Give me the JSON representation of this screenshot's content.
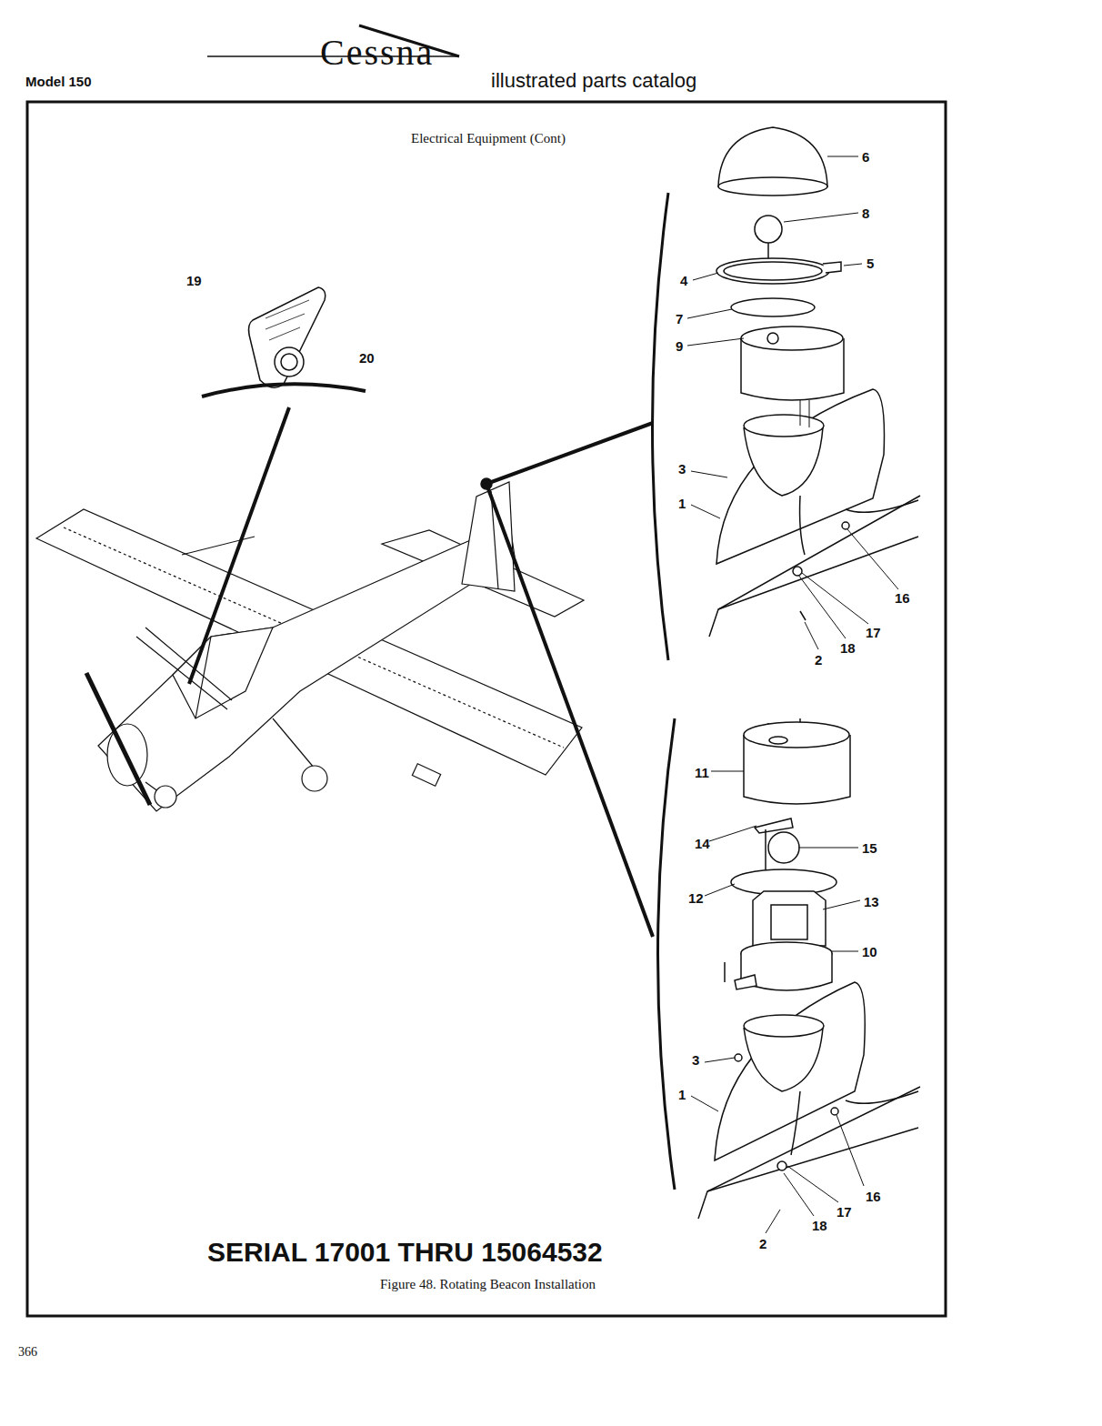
{
  "diagram": {
    "title": "Electrical Equipment (Cont)",
    "caption": "Figure 48. Rotating Beacon Installation",
    "labels": [
      "Model 150",
      "Cessna",
      "illustrated parts catalog",
      "19",
      "20",
      "6",
      "8",
      "5",
      "4",
      "7",
      "9",
      "3",
      "1",
      "16",
      "17",
      "18",
      "2",
      "11",
      "14",
      "15",
      "12",
      "13",
      "10",
      "3",
      "1",
      "16",
      "17",
      "18",
      "2",
      "SERIAL 17001 THRU 15064532",
      "366"
    ]
  }
}
